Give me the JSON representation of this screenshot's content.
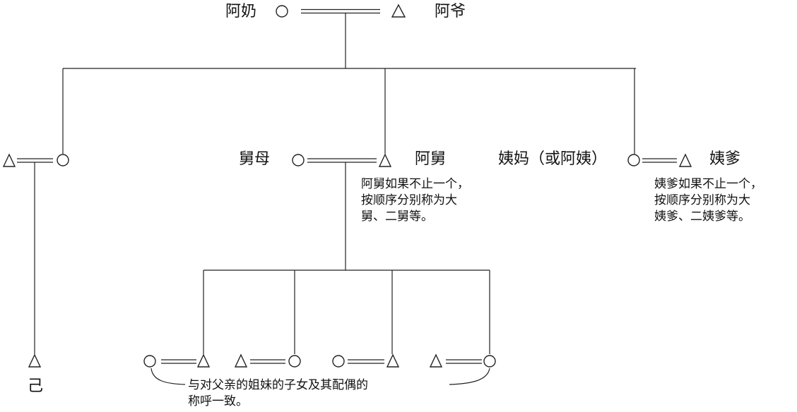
{
  "labels": {
    "grandma": "阿奶",
    "grandpa": "阿爷",
    "aunt_by_marriage": "舅母",
    "uncle": "阿舅",
    "maternal_aunt": "姨妈（或阿姨）",
    "aunt_husband": "姨爹",
    "self": "己"
  },
  "notes": {
    "uncle_note": "阿舅如果不止一个，\n按顺序分别称为大\n舅、二舅等。",
    "aunt_husband_note": "姨爹如果不止一个，\n按顺序分别称为大\n姨爹、二姨爹等。",
    "cousins_note": "与对父亲的姐妹的子女及其配偶的\n称呼一致。"
  },
  "symbols": {
    "male": "triangle",
    "female": "circle",
    "marriage": "double-line"
  }
}
